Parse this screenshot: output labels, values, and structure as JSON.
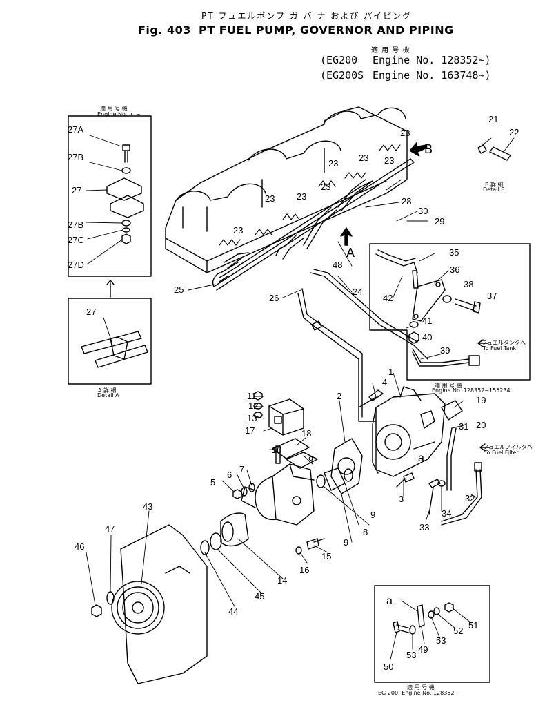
{
  "header": {
    "jp_title": "PT フュエルポンプ ガ バ ナ および パイピング",
    "fig_label": "Fig. 403",
    "title": "PT FUEL PUMP, GOVERNOR AND PIPING",
    "jp_applicable": "適 用 号 機",
    "engine_lines": [
      {
        "model": "(EG200",
        "text": "Engine No. 128352~)"
      },
      {
        "model": "(EG200S",
        "text": "Engine No. 163748~)"
      }
    ]
  },
  "inset_top_left": {
    "jp": "適 用 号 機",
    "engine_label": "Engine No.  ・ ~"
  },
  "detail_a": {
    "jp": "A 詳 細",
    "en": "Detail A"
  },
  "detail_b": {
    "jp": "B 詳 細",
    "en": "Detail B"
  },
  "fuel_tank": {
    "jp": "フュエルタンクへ",
    "en": "To Fuel Tank"
  },
  "fuel_filter": {
    "jp": "フュエルフィルタへ",
    "en": "To Fuel Filter"
  },
  "inset_mid_right": {
    "jp": "適 用 号 機",
    "engine": "Engine No. 128352~155234"
  },
  "inset_bottom": {
    "jp": "適 用 号 機",
    "engine": "EG 200,  Engine No. 128352~"
  },
  "letters": {
    "A": "A",
    "B": "B",
    "a1": "a",
    "a2": "a"
  },
  "callouts": [
    "1",
    "2",
    "3",
    "4",
    "5",
    "6",
    "7",
    "8",
    "9",
    "9",
    "9",
    "10",
    "11",
    "12",
    "13",
    "14",
    "15",
    "16",
    "17",
    "18",
    "19",
    "20",
    "21",
    "22",
    "23",
    "23",
    "23",
    "23",
    "23",
    "23",
    "23",
    "23",
    "24",
    "25",
    "26",
    "27",
    "27",
    "27A",
    "27B",
    "27B",
    "27C",
    "27D",
    "28",
    "29",
    "30",
    "31",
    "32",
    "33",
    "34",
    "35",
    "36",
    "37",
    "38",
    "39",
    "40",
    "41",
    "42",
    "43",
    "44",
    "45",
    "46",
    "47",
    "48",
    "49",
    "50",
    "51",
    "52",
    "53",
    "53"
  ]
}
